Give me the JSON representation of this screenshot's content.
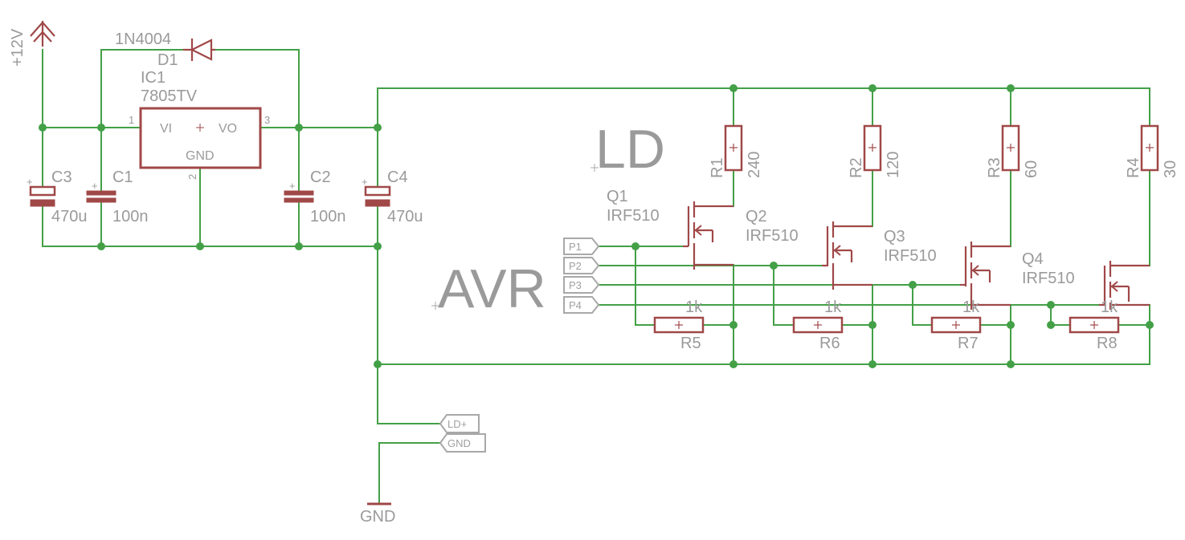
{
  "supply": {
    "label": "+12V"
  },
  "ground": {
    "label": "GND"
  },
  "blocks": {
    "ld": "LD",
    "avr": "AVR"
  },
  "parts": {
    "d1": {
      "name": "D1",
      "value": "1N4004"
    },
    "ic1": {
      "name": "IC1",
      "value": "7805TV",
      "pin_in": "VI",
      "pin_out": "VO",
      "pin_gnd": "GND",
      "pin1": "1",
      "pin2": "2",
      "pin3": "3"
    },
    "c1": {
      "name": "C1",
      "value": "100n"
    },
    "c2": {
      "name": "C2",
      "value": "100n"
    },
    "c3": {
      "name": "C3",
      "value": "470u"
    },
    "c4": {
      "name": "C4",
      "value": "470u"
    },
    "r1": {
      "name": "R1",
      "value": "240"
    },
    "r2": {
      "name": "R2",
      "value": "120"
    },
    "r3": {
      "name": "R3",
      "value": "60"
    },
    "r4": {
      "name": "R4",
      "value": "30"
    },
    "r5": {
      "name": "R5",
      "value": "1k"
    },
    "r6": {
      "name": "R6",
      "value": "1k"
    },
    "r7": {
      "name": "R7",
      "value": "1k"
    },
    "r8": {
      "name": "R8",
      "value": "1k"
    },
    "q1": {
      "name": "Q1",
      "value": "IRF510"
    },
    "q2": {
      "name": "Q2",
      "value": "IRF510"
    },
    "q3": {
      "name": "Q3",
      "value": "IRF510"
    },
    "q4": {
      "name": "Q4",
      "value": "IRF510"
    }
  },
  "ports": {
    "p1": "P1",
    "p2": "P2",
    "p3": "P3",
    "p4": "P4",
    "ld_plus": "LD+",
    "gnd": "GND"
  },
  "colors": {
    "wire": "#43a047",
    "part": "#a04848",
    "label": "#9a9a9a",
    "flag": "#a8a8a8"
  }
}
